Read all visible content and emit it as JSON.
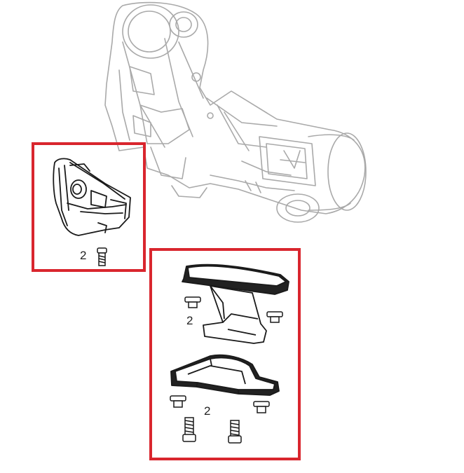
{
  "diagram": {
    "callouts": [
      {
        "label": "2"
      },
      {
        "label": "2"
      },
      {
        "label": "2"
      }
    ]
  },
  "colors": {
    "highlight_box": "#d9262e",
    "line_faded": "#a9a9a9",
    "line_dark": "#1a1a1a",
    "part_fill": "#ffffff",
    "part_shadow": "#222222"
  }
}
